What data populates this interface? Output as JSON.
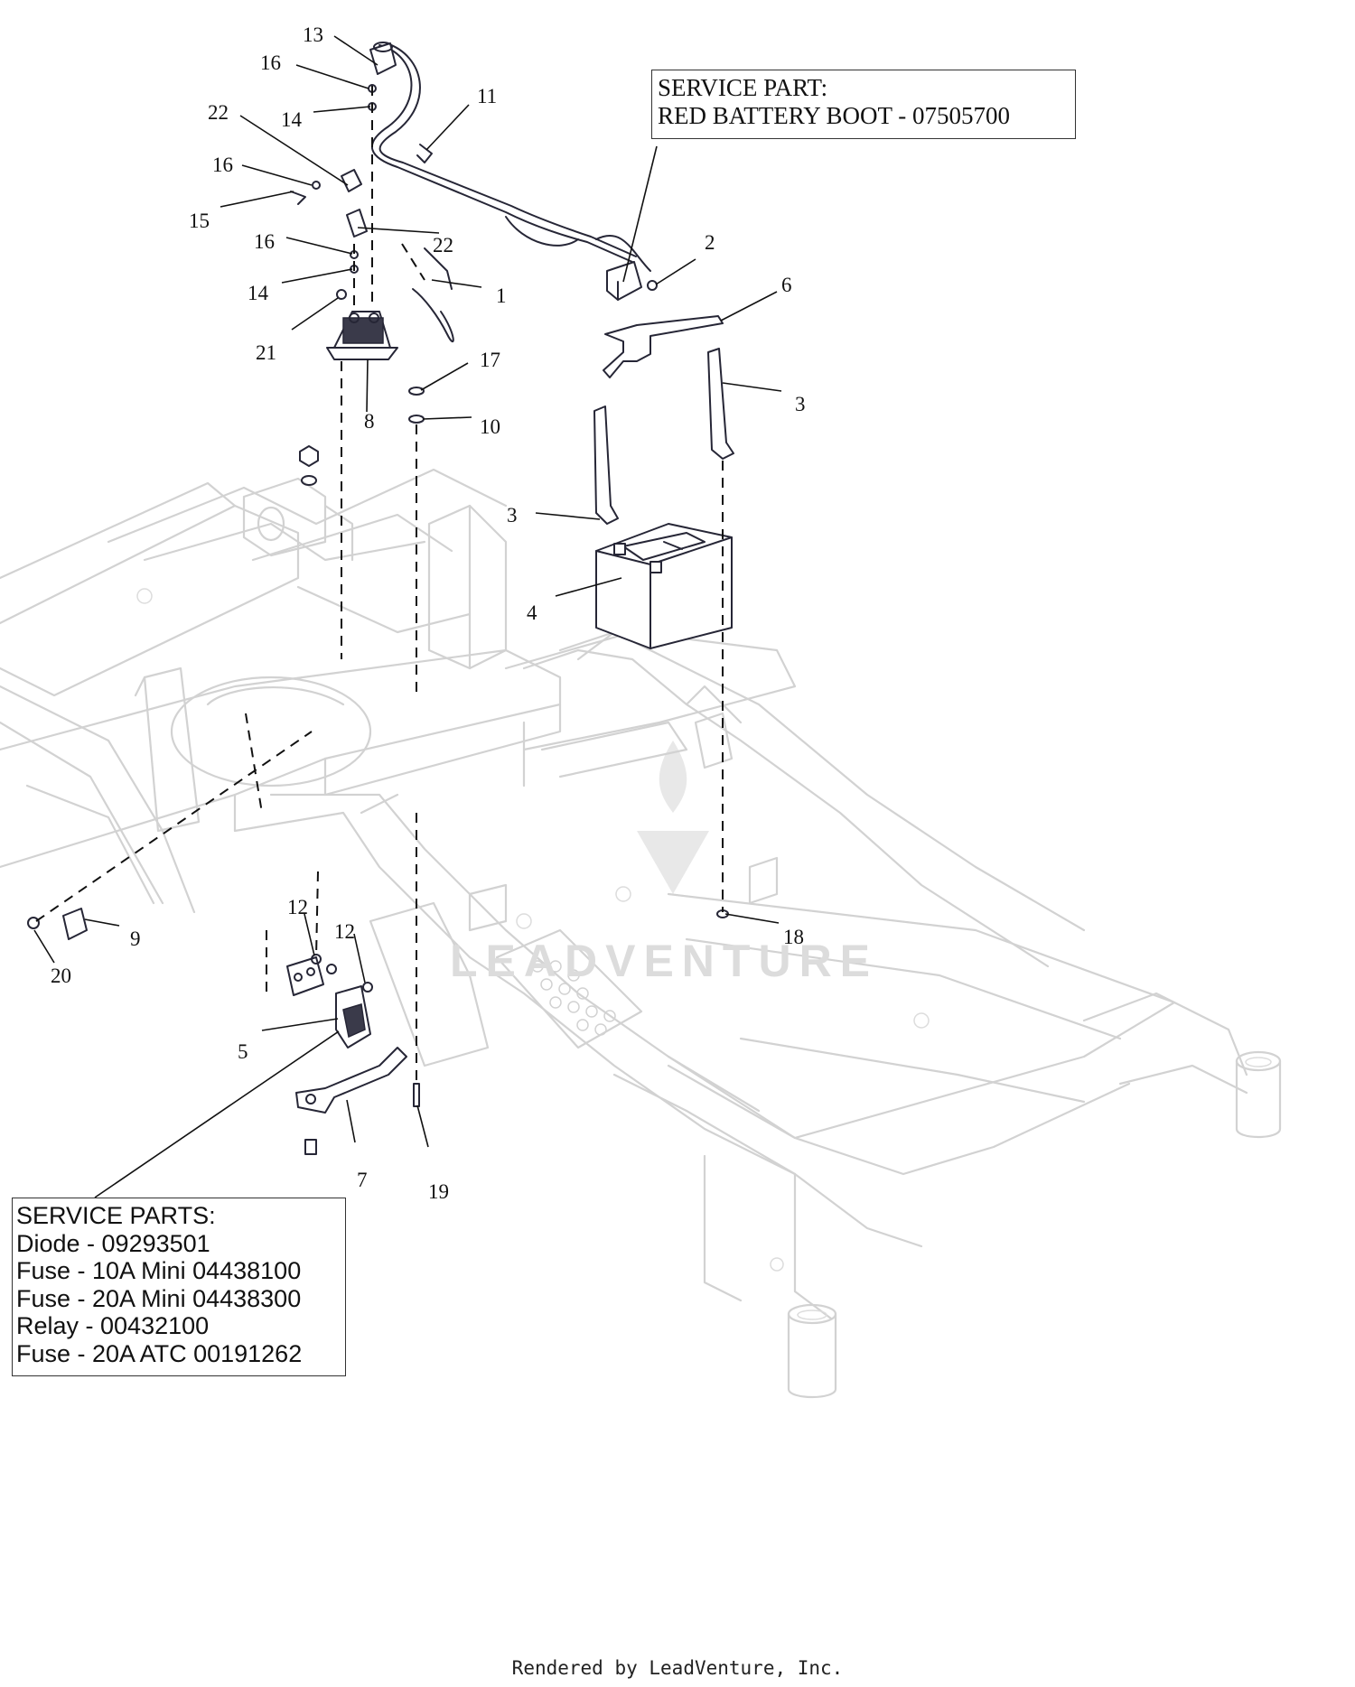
{
  "callouts": {
    "c1": "1",
    "c2": "2",
    "c3a": "3",
    "c3b": "3",
    "c4": "4",
    "c5": "5",
    "c6": "6",
    "c7": "7",
    "c8": "8",
    "c9": "9",
    "c10": "10",
    "c11": "11",
    "c12a": "12",
    "c12b": "12",
    "c13": "13",
    "c14a": "14",
    "c14b": "14",
    "c15": "15",
    "c16a": "16",
    "c16b": "16",
    "c16c": "16",
    "c17": "17",
    "c18": "18",
    "c19": "19",
    "c20": "20",
    "c21": "21",
    "c22a": "22",
    "c22b": "22"
  },
  "service_part_box": {
    "line1": "SERVICE PART:",
    "line2": "RED BATTERY BOOT - 07505700"
  },
  "service_parts_box": {
    "title": "SERVICE PARTS:",
    "lines": [
      "Diode - 09293501",
      "Fuse - 10A Mini 04438100",
      "Fuse - 20A Mini 04438300",
      "Relay - 00432100",
      "Fuse - 20A ATC 00191262"
    ]
  },
  "watermark": {
    "text": "LEADVENTURE"
  },
  "footer": {
    "text": "Rendered by LeadVenture, Inc."
  }
}
